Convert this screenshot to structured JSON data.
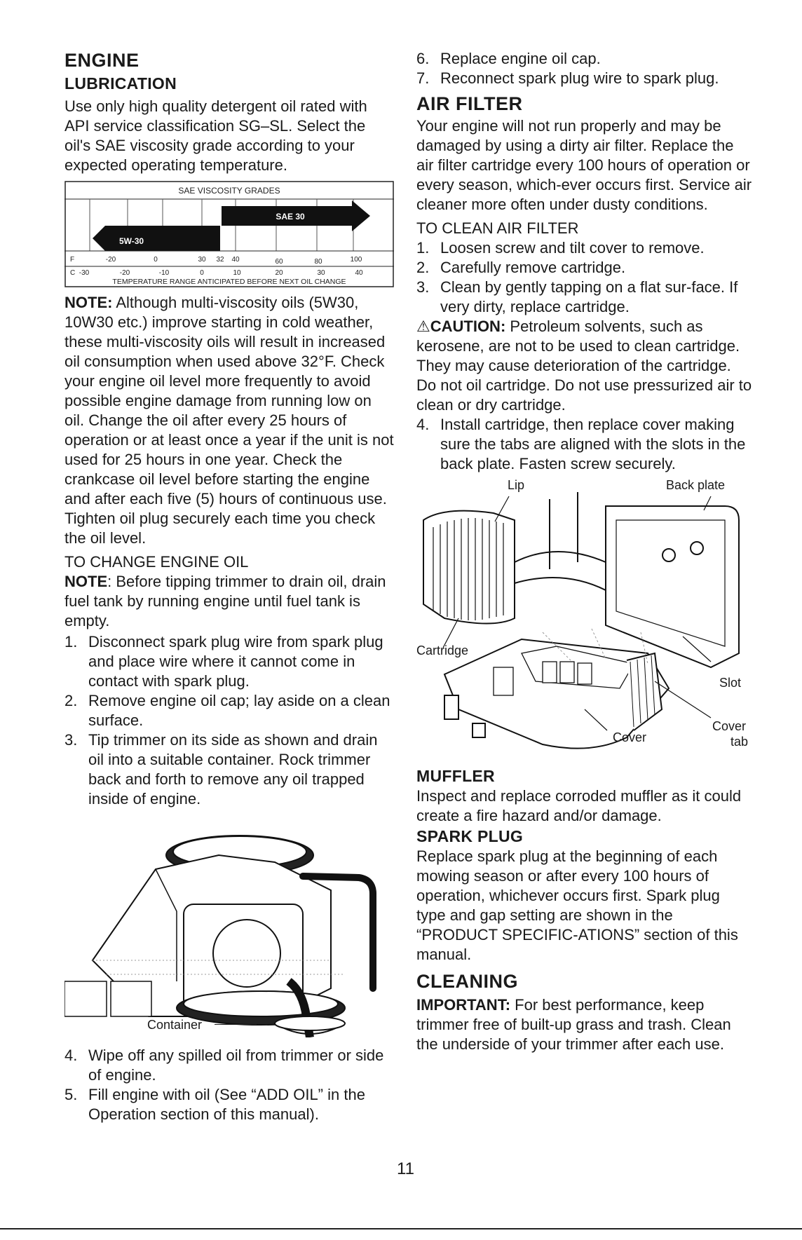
{
  "page_number": "11",
  "left": {
    "engine_title": "ENGINE",
    "lubrication_title": "LUBRICATION",
    "lubrication_text": "Use only high quality detergent oil rated with API service classification SG–SL. Select the oil's SAE viscosity grade according to your expected operating temperature.",
    "chart": {
      "title": "SAE VISCOSITY GRADES",
      "bar_5w30": "5W-30",
      "bar_sae30": "SAE 30",
      "f_label": "F",
      "f_ticks": [
        "-20",
        "0",
        "30",
        "32",
        "40",
        "60",
        "80",
        "100"
      ],
      "c_label": "C",
      "c_ticks": [
        "-30",
        "-20",
        "-10",
        "0",
        "10",
        "20",
        "30",
        "40"
      ],
      "caption": "TEMPERATURE RANGE ANTICIPATED BEFORE NEXT OIL CHANGE"
    },
    "note_label": "NOTE:",
    "note_text": " Although multi-viscosity oils (5W30, 10W30 etc.) improve starting in cold weather, these multi-viscosity oils will result in increased oil consumption when used above 32°F. Check your engine oil level more frequently to avoid possible engine damage from running low on oil. Change the oil after every 25 hours of operation or at least once a year if the unit is not used for 25 hours in one year. Check the crankcase oil level before starting the engine and after each five (5) hours of continuous use. Tighten oil plug securely each time you check the oil level.",
    "change_oil_title": "TO CHANGE ENGINE OIL",
    "note2_label": "NOTE",
    "note2_text": ": Before tipping trimmer to drain oil, drain fuel tank by running engine until fuel tank is empty.",
    "steps_a": [
      {
        "n": "1.",
        "text": "Disconnect spark plug wire from spark plug and place wire where it cannot come in contact with spark plug."
      },
      {
        "n": "2.",
        "text": "Remove engine oil cap; lay aside on a clean surface."
      },
      {
        "n": "3.",
        "text": "Tip trimmer on its side as shown and drain oil into a suitable container. Rock trimmer back and forth to remove any oil trapped inside of engine."
      }
    ],
    "container_label": "Container",
    "steps_b": [
      {
        "n": "4.",
        "text": "Wipe off any spilled oil from trimmer or side of engine."
      },
      {
        "n": "5.",
        "text": "Fill engine with oil (See “ADD OIL” in the Operation section of this manual)."
      }
    ]
  },
  "right": {
    "steps_c": [
      {
        "n": "6.",
        "text": "Replace engine oil cap."
      },
      {
        "n": "7.",
        "text": "Reconnect spark plug wire to spark plug."
      }
    ],
    "air_filter_title": "AIR FILTER",
    "air_filter_text": "Your engine will not run properly and may be damaged by using a dirty air filter. Replace the air filter cartridge every 100 hours of operation or every season, which-ever occurs first. Service air cleaner more often under dusty conditions.",
    "clean_filter_title": "TO CLEAN AIR FILTER",
    "steps_d": [
      {
        "n": "1.",
        "text": "Loosen screw and tilt cover to remove."
      },
      {
        "n": "2.",
        "text": "Carefully remove cartridge."
      },
      {
        "n": "3.",
        "text": "Clean by gently tapping on a flat sur-face. If very dirty, replace cartridge."
      }
    ],
    "caution_label": "CAUTION:",
    "caution_text": " Petroleum solvents, such as kerosene, are not to be used to clean cartridge. They may cause deterioration of the cartridge. Do not oil cartridge. Do not use pressurized air to clean or dry cartridge.",
    "steps_e": [
      {
        "n": "4.",
        "text": "Install cartridge, then replace cover making sure the tabs are aligned with the slots in the back plate. Fasten screw securely."
      }
    ],
    "figure_labels": {
      "lip": "Lip",
      "back_plate": "Back plate",
      "cartridge": "Cartridge",
      "slot": "Slot",
      "cover": "Cover",
      "cover_tab_1": "Cover",
      "cover_tab_2": "tab"
    },
    "muffler_title": "MUFFLER",
    "muffler_text": "Inspect and replace corroded muffler as it could create a fire hazard and/or damage.",
    "spark_plug_title": "SPARK PLUG",
    "spark_plug_text": "Replace spark plug at the beginning of each mowing season or after every 100 hours of operation, whichever occurs first. Spark plug type and gap setting are shown in the “PRODUCT SPECIFIC-ATIONS” section of this manual.",
    "cleaning_title": "CLEANING",
    "important_label": "IMPORTANT:",
    "important_text": " For best performance, keep trimmer free of built-up grass and trash. Clean the underside of your trimmer after each use."
  }
}
